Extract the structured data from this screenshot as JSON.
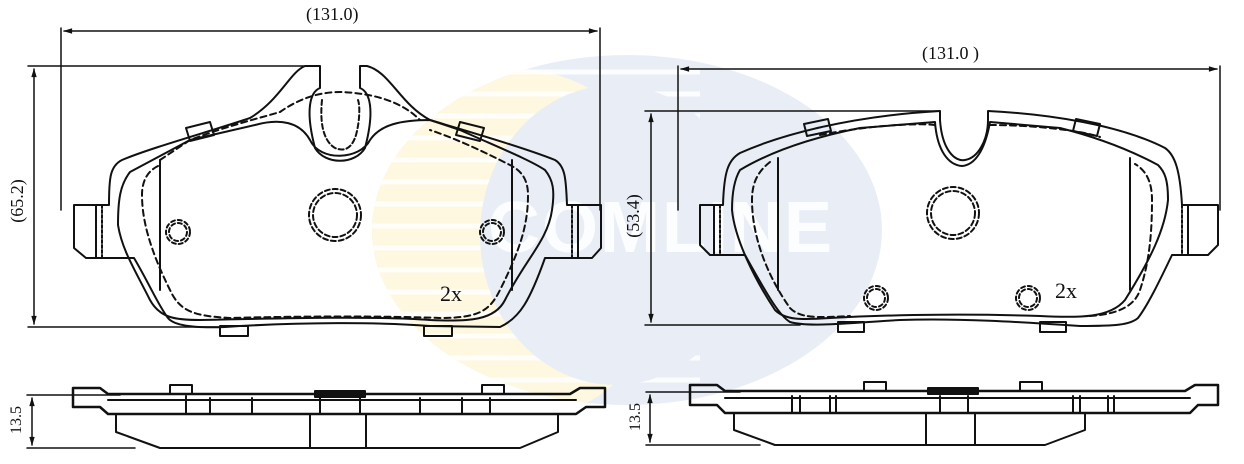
{
  "watermark": {
    "brand_text": "COMLINE",
    "colors": {
      "blue": "#e9eef6",
      "yellow": "#fdf8df",
      "stripe": "#ffffff"
    }
  },
  "drawings": {
    "pad_left": {
      "width_label": "(131.0)",
      "height_label": "(65.2)",
      "quantity_label": "2x",
      "thickness_label": "13.5"
    },
    "pad_right": {
      "width_label": "(131.0 )",
      "height_label": "(53.4)",
      "quantity_label": "2x",
      "thickness_label": "13.5"
    }
  },
  "colors": {
    "line": "#111111",
    "background": "#ffffff"
  }
}
